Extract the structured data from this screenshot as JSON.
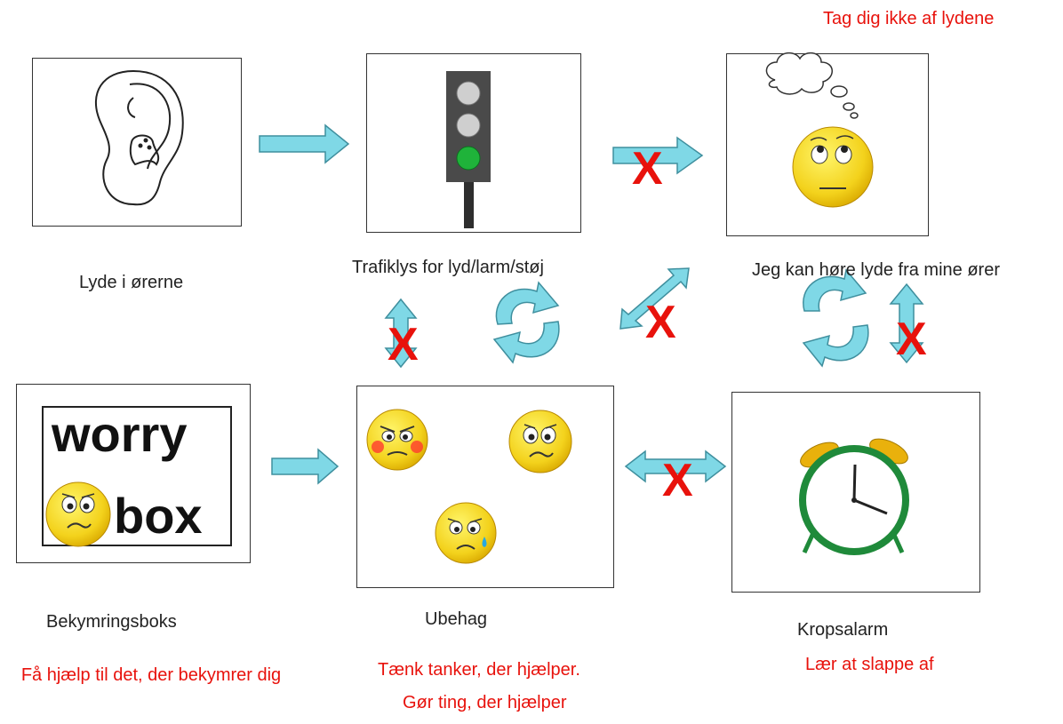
{
  "top_note": "Tag dig ikke af lydene",
  "nodes": {
    "ear": {
      "label": "Lyde i ørerne"
    },
    "traffic_light": {
      "label": "Trafiklys for lyd/larm/støj"
    },
    "thinking": {
      "label": "Jeg kan høre lyde fra mine ører"
    },
    "worry_box": {
      "label": "Bekymringsboks",
      "line1": "worry",
      "line2": "box",
      "tip": "Få hjælp til det, der bekymrer dig"
    },
    "discomfort": {
      "label": "Ubehag",
      "tip1": "Tænk tanker, der hjælper.",
      "tip2": "Gør ting, der hjælper"
    },
    "body_alarm": {
      "label": "Kropsalarm",
      "tip": "Lær at slappe af"
    }
  },
  "marks": {
    "blocked": "X"
  },
  "colors": {
    "arrow_fill": "#7fd8e6",
    "arrow_stroke": "#3f8f9e",
    "red": "#e8120c",
    "face": "#f3d21c",
    "clock": "#1f8a3a"
  }
}
